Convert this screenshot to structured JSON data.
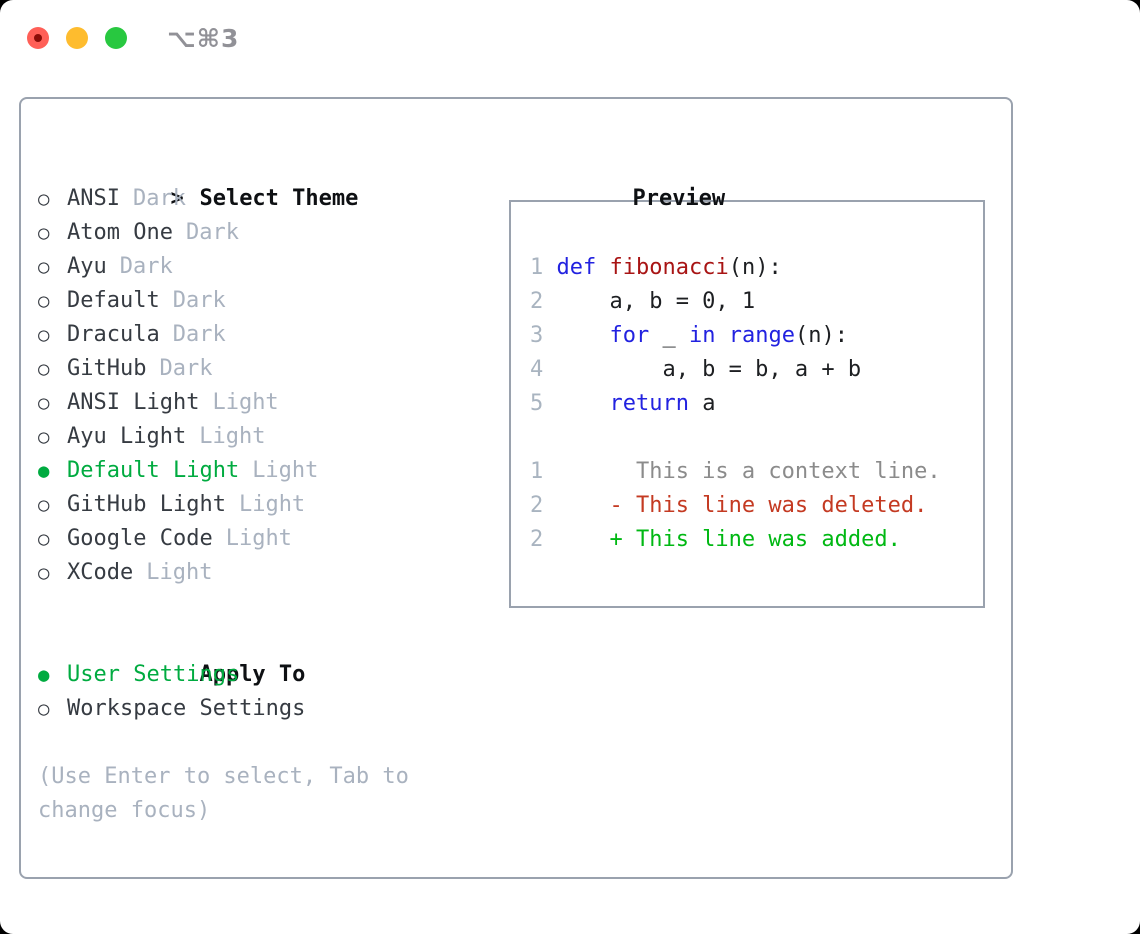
{
  "titlebar": {
    "shortcut": "⌥⌘3"
  },
  "glyphs": {
    "caret": ">",
    "radio_selected": "●",
    "radio_unselected": "○"
  },
  "theme_picker": {
    "title": "Select Theme",
    "items": [
      {
        "label": "ANSI",
        "tag": "Dark",
        "selected": false
      },
      {
        "label": "Atom One",
        "tag": "Dark",
        "selected": false
      },
      {
        "label": "Ayu",
        "tag": "Dark",
        "selected": false
      },
      {
        "label": "Default",
        "tag": "Dark",
        "selected": false
      },
      {
        "label": "Dracula",
        "tag": "Dark",
        "selected": false
      },
      {
        "label": "GitHub",
        "tag": "Dark",
        "selected": false
      },
      {
        "label": "ANSI Light",
        "tag": "Light",
        "selected": false
      },
      {
        "label": "Ayu Light",
        "tag": "Light",
        "selected": false
      },
      {
        "label": "Default Light",
        "tag": "Light",
        "selected": true
      },
      {
        "label": "GitHub Light",
        "tag": "Light",
        "selected": false
      },
      {
        "label": "Google Code",
        "tag": "Light",
        "selected": false
      },
      {
        "label": "XCode",
        "tag": "Light",
        "selected": false
      }
    ],
    "apply_to": {
      "title": "Apply To",
      "options": [
        {
          "label": "User Settings",
          "selected": true
        },
        {
          "label": "Workspace Settings",
          "selected": false
        }
      ]
    },
    "help": "(Use Enter to select, Tab to change focus)"
  },
  "preview": {
    "title": "Preview",
    "code_lines": [
      {
        "num": "1",
        "tokens": [
          {
            "t": "def",
            "c": "kw"
          },
          {
            "t": " "
          },
          {
            "t": "fibonacci",
            "c": "fn"
          },
          {
            "t": "(n):"
          }
        ]
      },
      {
        "num": "2",
        "tokens": [
          {
            "t": "    a, b = 0, 1"
          }
        ]
      },
      {
        "num": "3",
        "tokens": [
          {
            "t": "    "
          },
          {
            "t": "for",
            "c": "kw"
          },
          {
            "t": " _ "
          },
          {
            "t": "in",
            "c": "kw"
          },
          {
            "t": " "
          },
          {
            "t": "range",
            "c": "kw"
          },
          {
            "t": "(n):"
          }
        ]
      },
      {
        "num": "4",
        "tokens": [
          {
            "t": "        a, b = b, a + b"
          }
        ]
      },
      {
        "num": "5",
        "tokens": [
          {
            "t": "    "
          },
          {
            "t": "return",
            "c": "kw"
          },
          {
            "t": " a"
          }
        ]
      }
    ],
    "diff_lines": [
      {
        "num": "1",
        "kind": "context",
        "text": "      This is a context line."
      },
      {
        "num": "2",
        "kind": "deleted",
        "text": "    - This line was deleted."
      },
      {
        "num": "2",
        "kind": "added",
        "text": "    + This line was added."
      }
    ]
  },
  "colors": {
    "window_bg": "#ffffff",
    "backdrop": "#000000",
    "panel_border": "#9aa2ae",
    "heading_text": "#0e1013",
    "item_text": "#363b42",
    "tag_text": "#a9b2bf",
    "selected_green": "#00ab40",
    "help_text": "#a9b2bf",
    "shortcut_gray": "#919197",
    "line_number": "#a9b4c0",
    "code_text": "#1d1f22",
    "keyword_blue": "#2222e0",
    "function_red": "#a81414",
    "diff_context": "#8b8b8b",
    "diff_deleted": "#c43a22",
    "diff_added": "#00b813",
    "traffic_red": "#ff5f57",
    "traffic_red_dot": "#8a0d08",
    "traffic_yellow": "#febc2e",
    "traffic_green": "#28c840"
  }
}
